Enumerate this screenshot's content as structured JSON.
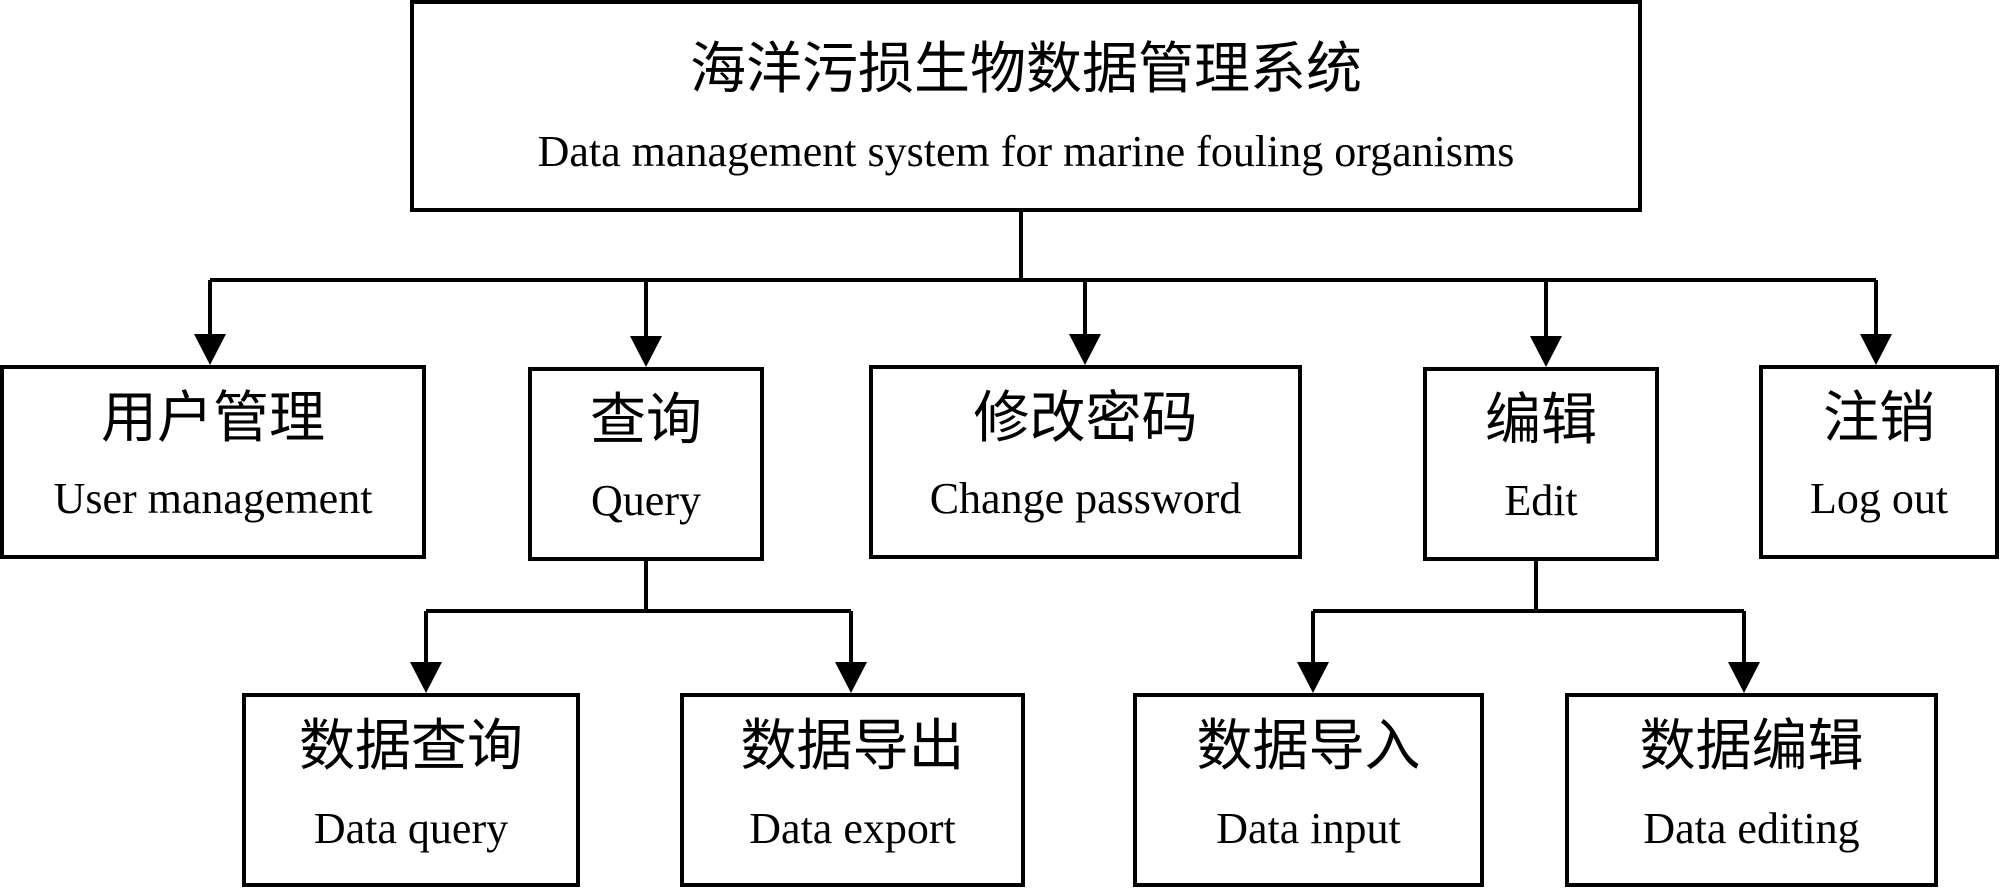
{
  "diagram": {
    "root": {
      "zh": "海洋污损生物数据管理系统",
      "en": "Data management system for marine fouling organisms"
    },
    "level1": [
      {
        "id": "user",
        "zh": "用户管理",
        "en": "User management"
      },
      {
        "id": "query",
        "zh": "查询",
        "en": "Query"
      },
      {
        "id": "password",
        "zh": "修改密码",
        "en": "Change password"
      },
      {
        "id": "edit",
        "zh": "编辑",
        "en": "Edit"
      },
      {
        "id": "logout",
        "zh": "注销",
        "en": "Log out"
      }
    ],
    "level2": [
      {
        "id": "data-query",
        "parent": "query",
        "zh": "数据查询",
        "en": "Data query"
      },
      {
        "id": "data-export",
        "parent": "query",
        "zh": "数据导出",
        "en": "Data export"
      },
      {
        "id": "data-input",
        "parent": "edit",
        "zh": "数据导入",
        "en": "Data input"
      },
      {
        "id": "data-editing",
        "parent": "edit",
        "zh": "数据编辑",
        "en": "Data editing"
      }
    ],
    "colors": {
      "line": "#000000",
      "box_border": "#000000",
      "background": "#ffffff",
      "text": "#000000"
    }
  }
}
